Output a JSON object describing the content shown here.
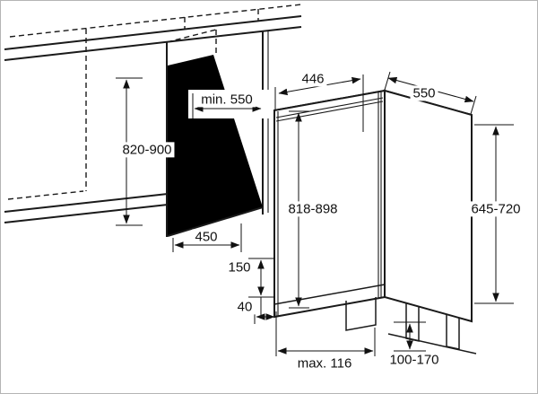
{
  "diagram": {
    "kind": "built-in appliance installation dimensions",
    "labels": {
      "niche_depth": "min. 550",
      "niche_height": "820-900",
      "niche_floor_depth": "450",
      "top_width": "446",
      "top_depth": "550",
      "appliance_height": "818-898",
      "rear_height": "645-720",
      "plinth_height": "150",
      "plinth_recess": "40",
      "base_clearance": "max. 116",
      "feet_adjust_range": "100-170"
    },
    "colors": {
      "line": "#1a1a1a",
      "background": "#ffffff",
      "niche_shadow": "#000000"
    }
  }
}
